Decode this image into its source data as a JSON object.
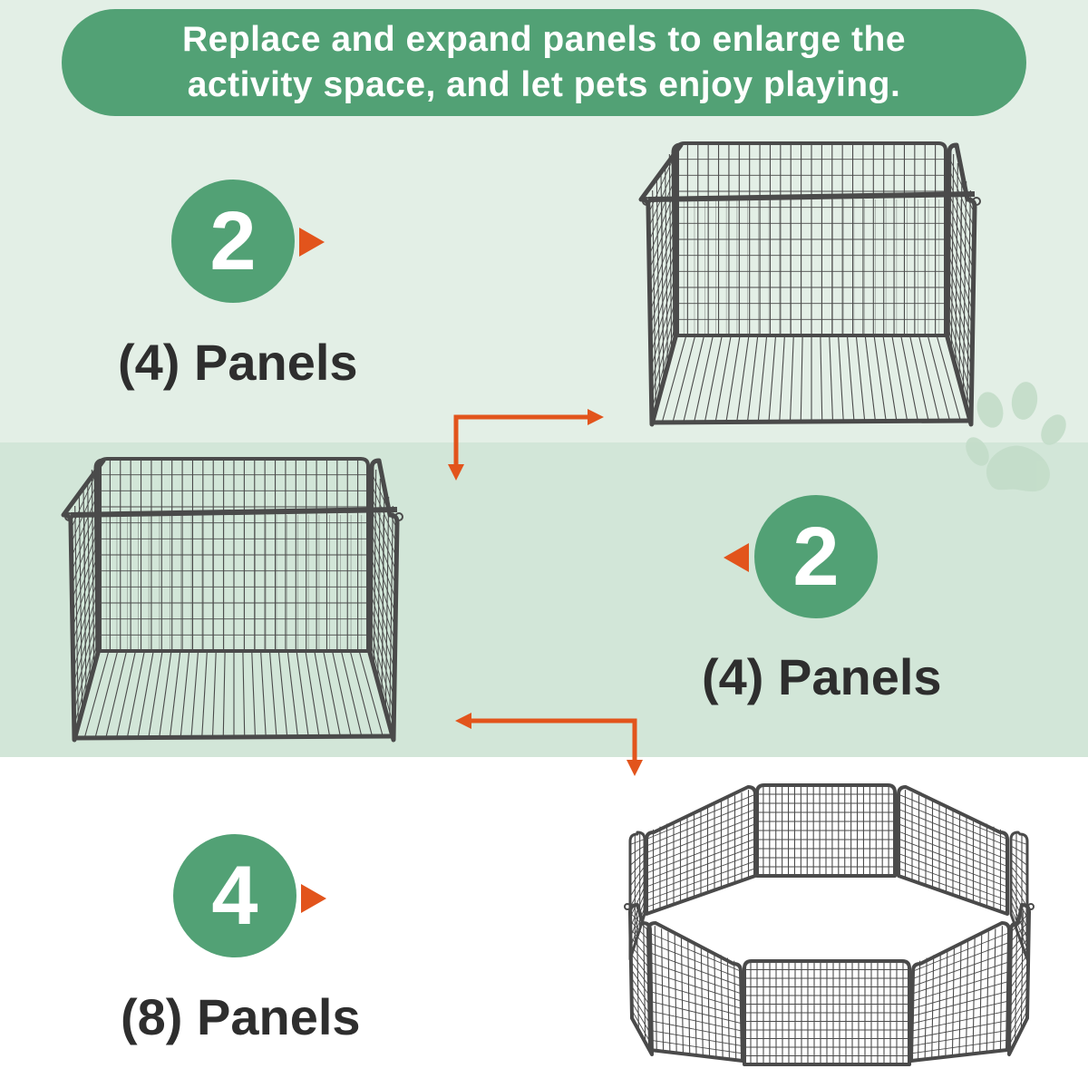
{
  "banner": {
    "text": "Replace and expand panels to enlarge the activity space, and let pets enjoy playing."
  },
  "steps": [
    {
      "number": "2",
      "label": "(4) Panels"
    },
    {
      "number": "2",
      "label": "(4) Panels"
    },
    {
      "number": "4",
      "label": "(8) Panels"
    }
  ],
  "colors": {
    "accent_green": "#52a175",
    "arrow_orange": "#e2541c",
    "band_light": "#e3efe6",
    "band_mid": "#d2e6d8",
    "fence_gray": "#4a4a4a"
  },
  "icons": [
    "paw-icon",
    "play-triangle-icon",
    "orange-arrow-icon"
  ]
}
